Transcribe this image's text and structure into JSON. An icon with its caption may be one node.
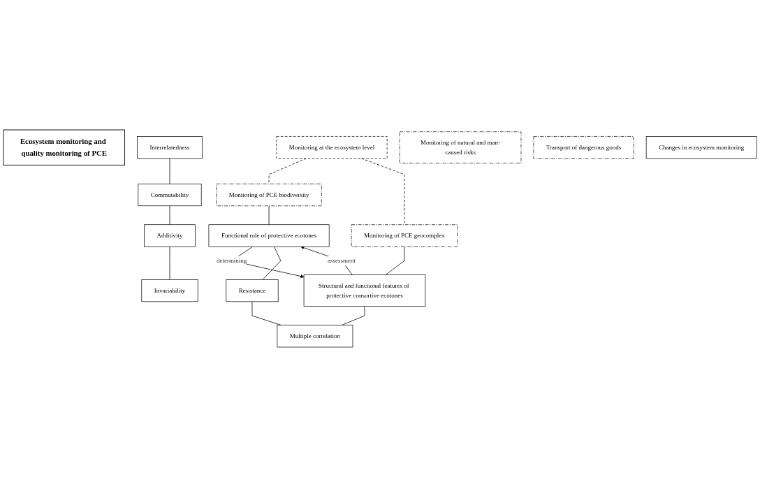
{
  "diagram": {
    "nodes": [
      {
        "text": [
          "Ecosystem monitoring and quality monitoring of PCE"
        ]
      },
      {
        "text": [
          "Monitoring at the ecosystem level"
        ]
      },
      {
        "text": [
          "Monitoring of PCE biodiversity"
        ]
      },
      {
        "text": [
          "Monitoring of PCE geocomplex"
        ]
      },
      {
        "text": [
          "Functional role of protective ecotones"
        ]
      },
      {
        "text": [
          "Structural and functional features of protective consortive ecotones"
        ]
      },
      {
        "text": [
          "Interrelatedness"
        ]
      },
      {
        "text": [
          "Commutability"
        ]
      },
      {
        "text": [
          "Additivity"
        ]
      },
      {
        "text": [
          "Invariability"
        ]
      },
      {
        "text": [
          "Resistance"
        ]
      },
      {
        "text": [
          "Multiple correlation"
        ]
      },
      {
        "text": [
          "Monitoring of natural and man-caused risks"
        ]
      },
      {
        "text": [
          "Transport of dangerous goods"
        ]
      },
      {
        "text": [
          "Changes in ecosystem monitoring"
        ]
      }
    ],
    "edges": [
      {
        "from": 1,
        "to": 2,
        "arrow": "none",
        "style": "dashed"
      },
      {
        "from": 1,
        "to": 3,
        "arrow": "none",
        "style": "dashed"
      },
      {
        "from": 2,
        "to": 4,
        "arrow": "none"
      },
      {
        "from": 3,
        "to": 5,
        "arrow": "none"
      },
      {
        "from": 4,
        "to": 5,
        "arrow": "to",
        "label": "determining"
      },
      {
        "from": 5,
        "to": 4,
        "arrow": "to",
        "label": "assessment"
      },
      {
        "from": 6,
        "to": 7,
        "arrow": "none"
      },
      {
        "from": 7,
        "to": 8,
        "arrow": "none"
      },
      {
        "from": 8,
        "to": 9,
        "arrow": "none"
      },
      {
        "from": 4,
        "to": 10,
        "arrow": "none"
      },
      {
        "from": 10,
        "to": 11,
        "arrow": "none"
      },
      {
        "from": 5,
        "to": 11,
        "arrow": "none"
      }
    ]
  }
}
